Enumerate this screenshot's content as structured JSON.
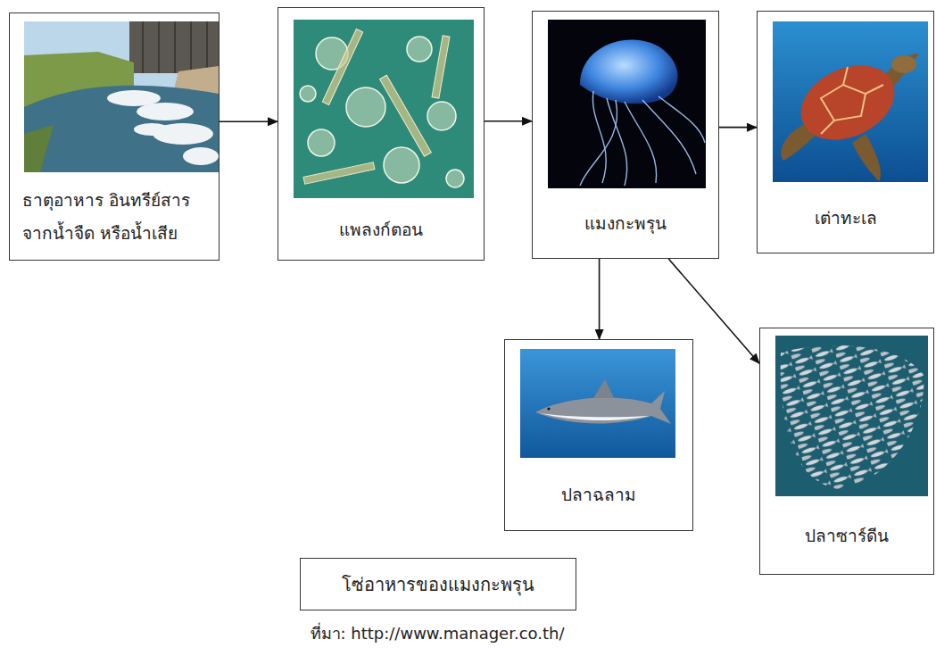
{
  "diagram": {
    "title": "โซ่อาหารของแมงกะพรุน",
    "caption": "ที่มา: http://www.manager.co.th/",
    "nodes": [
      {
        "text": [
          "ธาตุอาหาร อินทรีย์สาร จากน้ำจืด หรือน้ำเสีย"
        ]
      },
      {
        "text": [
          "แพลงก์ตอน"
        ]
      },
      {
        "text": [
          "แมงกะพรุน"
        ]
      },
      {
        "text": [
          "เต่าทะเล"
        ]
      },
      {
        "text": [
          "ปลาฉลาม"
        ]
      },
      {
        "text": [
          "ปลาซาร์ดีน"
        ]
      }
    ],
    "edges": [
      {
        "from": 0,
        "to": 1,
        "arrow": "to"
      },
      {
        "from": 1,
        "to": 2,
        "arrow": "to"
      },
      {
        "from": 2,
        "to": 3,
        "arrow": "to"
      },
      {
        "from": 2,
        "to": 4,
        "arrow": "to"
      },
      {
        "from": 2,
        "to": 5,
        "arrow": "to"
      }
    ]
  }
}
